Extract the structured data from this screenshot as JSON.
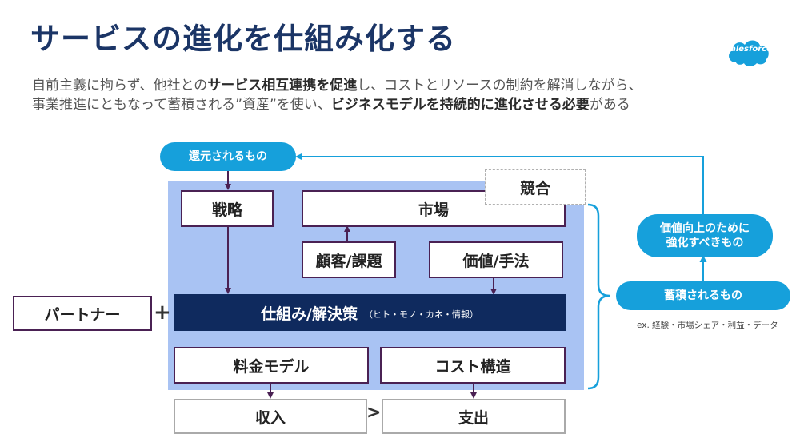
{
  "title": "サービスの進化を仕組み化する",
  "brand": {
    "name": "salesforce",
    "color": "#16a0db"
  },
  "description": {
    "line1": [
      {
        "text": "自前主義に拘らず、他社との",
        "bold": false
      },
      {
        "text": "サービス相互連携を促進",
        "bold": true
      },
      {
        "text": "し、コストとリソースの制約を解消しながら、",
        "bold": false
      }
    ],
    "line2": [
      {
        "text": "事業推進にともなって蓄積される”資産”を使い、",
        "bold": false
      },
      {
        "text": "ビジネスモデルを持続的に進化させる必要",
        "bold": true
      },
      {
        "text": "がある",
        "bold": false
      }
    ]
  },
  "diagram": {
    "returned": "還元されるもの",
    "strategy": "戦略",
    "market": "市場",
    "competition": "競合",
    "customer": "顧客/課題",
    "value": "価値/手法",
    "solution": "仕組み/解決策",
    "solution_sub": "（ヒト・モノ・カネ・情報）",
    "partner": "パートナー",
    "plus": "+",
    "pricing": "料金モデル",
    "cost": "コスト構造",
    "revenue": "収入",
    "gt": ">",
    "expense": "支出",
    "value_up": "価値向上のために\n強化すべきもの",
    "accumulated": "蓄積されるもの",
    "example": "ex. 経験・市場シェア・利益・データ"
  },
  "colors": {
    "title": "#1b3566",
    "panel": "#a9c3f3",
    "pill": "#16a0db",
    "dark_box": "#0f2a5e",
    "box_border": "#4a2153",
    "arrow": "#4a2153"
  }
}
